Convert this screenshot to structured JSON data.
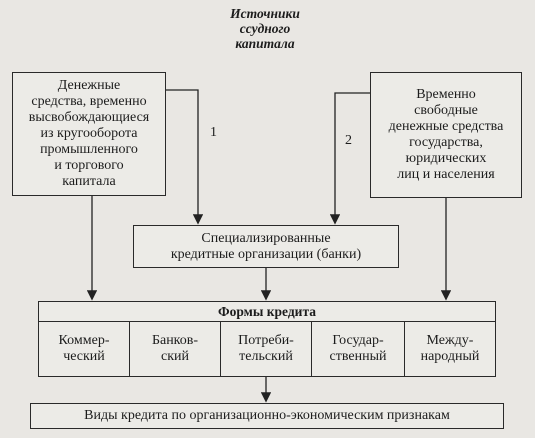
{
  "diagram": {
    "title": "Источники\nссудного\nкапитала",
    "source_left": "Денежные\nсредства, временно\nвысвобождающиеся\nиз кругооборота\nпромышленного\nи торгового\nкапитала",
    "source_right": "Временно\nсвободные\nденежные средства\nгосударства,\nюридических\nлиц и населения",
    "label_1": "1",
    "label_2": "2",
    "banks": "Специализированные\nкредитные организации (банки)",
    "forms_title": "Формы кредита",
    "forms": [
      "Коммер-\nческий",
      "Банков-\nский",
      "Потреби-\nтельский",
      "Государ-\nственный",
      "Между-\nнародный"
    ],
    "types": "Виды кредита по организационно-экономическим признакам"
  }
}
